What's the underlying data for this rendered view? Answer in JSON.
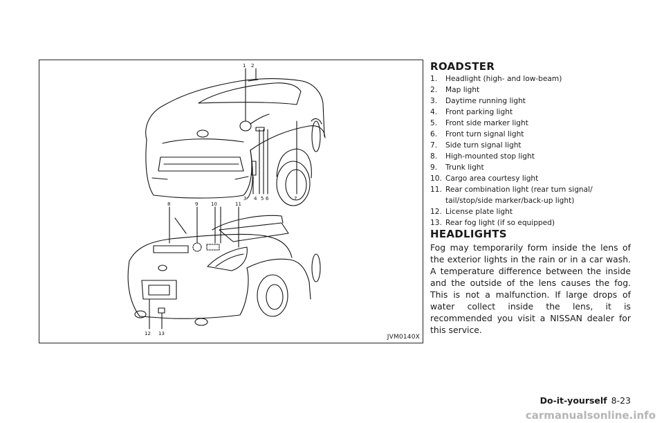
{
  "figure": {
    "id_label": "JVM0140X",
    "callouts_front": [
      "1",
      "2",
      "3",
      "4",
      "5",
      "6",
      "7"
    ],
    "callouts_rear": [
      "8",
      "9",
      "10",
      "11",
      "12",
      "13"
    ]
  },
  "section_title": "ROADSTER",
  "items": [
    {
      "num": "1.",
      "text": "Headlight (high- and low-beam)"
    },
    {
      "num": "2.",
      "text": "Map light"
    },
    {
      "num": "3.",
      "text": "Daytime running light"
    },
    {
      "num": "4.",
      "text": "Front parking light"
    },
    {
      "num": "5.",
      "text": "Front side marker light"
    },
    {
      "num": "6.",
      "text": "Front turn signal light"
    },
    {
      "num": "7.",
      "text": "Side turn signal light"
    },
    {
      "num": "8.",
      "text": "High-mounted stop light"
    },
    {
      "num": "9.",
      "text": "Trunk light"
    },
    {
      "num": "10.",
      "text": "Cargo area courtesy light"
    },
    {
      "num": "11.",
      "text": "Rear combination light (rear turn signal/ tail/stop/side marker/back-up light)"
    },
    {
      "num": "12.",
      "text": "License plate light"
    },
    {
      "num": "13.",
      "text": "Rear fog light (if so equipped)"
    }
  ],
  "headlights_title": "HEADLIGHTS",
  "headlights_text": "Fog may temporarily form inside the lens of the exterior lights in the rain or in a car wash. A temperature difference between the inside and the outside of the lens causes the fog. This is not a malfunction. If large drops of water collect inside the lens, it is recommended you visit a NISSAN dealer for this service.",
  "footer": {
    "chapter": "Do-it-yourself",
    "page": "8-23"
  },
  "watermark": "carmanualsonline.info"
}
